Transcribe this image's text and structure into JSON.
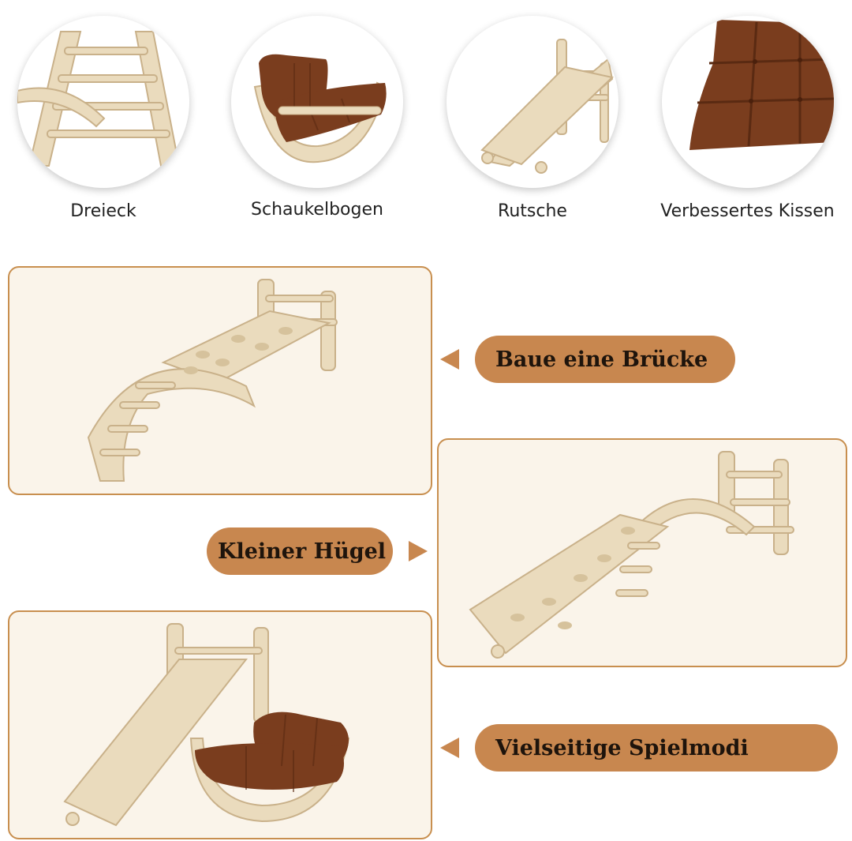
{
  "parts": [
    {
      "label": "Dreieck",
      "image": "triangle-ladder-image"
    },
    {
      "label": "Schaukelbogen",
      "image": "rocker-with-cushion-image"
    },
    {
      "label": "Rutsche",
      "image": "slide-image"
    },
    {
      "label": "Verbessertes Kissen",
      "image": "cushion-image"
    }
  ],
  "modes": [
    {
      "label": "Baue eine Brücke",
      "arrow": "left"
    },
    {
      "label": "Kleiner Hügel",
      "arrow": "right"
    },
    {
      "label": "Vielseitige Spielmodi",
      "arrow": "left"
    }
  ],
  "colors": {
    "accent": "#c8874f",
    "panel_bg": "#faf4ea",
    "wood": "#eadbbd",
    "wood_dark": "#c9b18a",
    "cushion": "#7a3d1e"
  }
}
